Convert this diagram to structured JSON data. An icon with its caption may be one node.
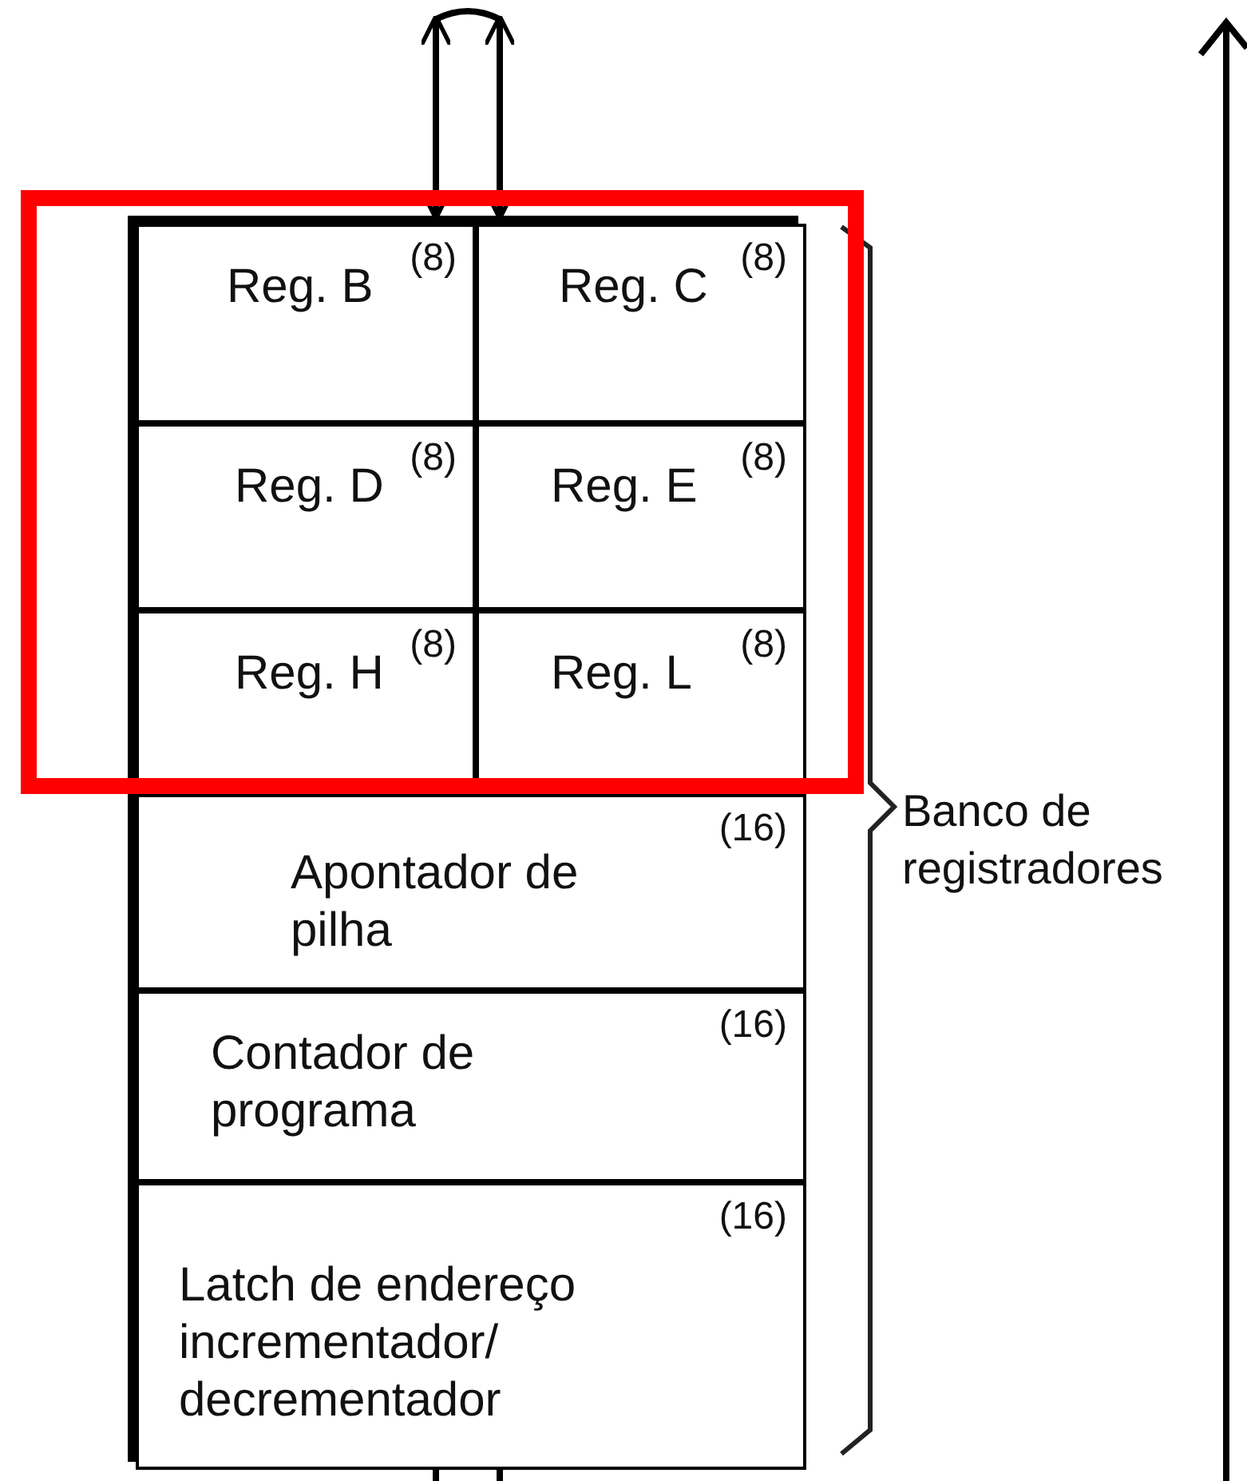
{
  "diagram": {
    "nodes": [
      {
        "text": [
          "Banco de registradores"
        ]
      },
      {
        "text": [
          "Reg. B",
          "(8)"
        ],
        "in": 0
      },
      {
        "text": [
          "Reg. C",
          "(8)"
        ],
        "in": 0
      },
      {
        "text": [
          "Reg. D",
          "(8)"
        ],
        "in": 0
      },
      {
        "text": [
          "Reg. E",
          "(8)"
        ],
        "in": 0
      },
      {
        "text": [
          "Reg. H",
          "(8)"
        ],
        "in": 0
      },
      {
        "text": [
          "Reg. L",
          "(8)"
        ],
        "in": 0
      },
      {
        "text": [
          "Apontador de pilha",
          "(16)"
        ],
        "in": 0
      },
      {
        "text": [
          "Contador de programa",
          "(16)"
        ],
        "in": 0
      },
      {
        "text": [
          "Latch de endereço incrementador/ decrementador",
          "(16)"
        ],
        "in": 0
      }
    ],
    "edges": [
      {
        "from": null,
        "to": 0,
        "arrow": "both"
      },
      {
        "from": 9,
        "to": null,
        "arrow": "none"
      }
    ]
  }
}
